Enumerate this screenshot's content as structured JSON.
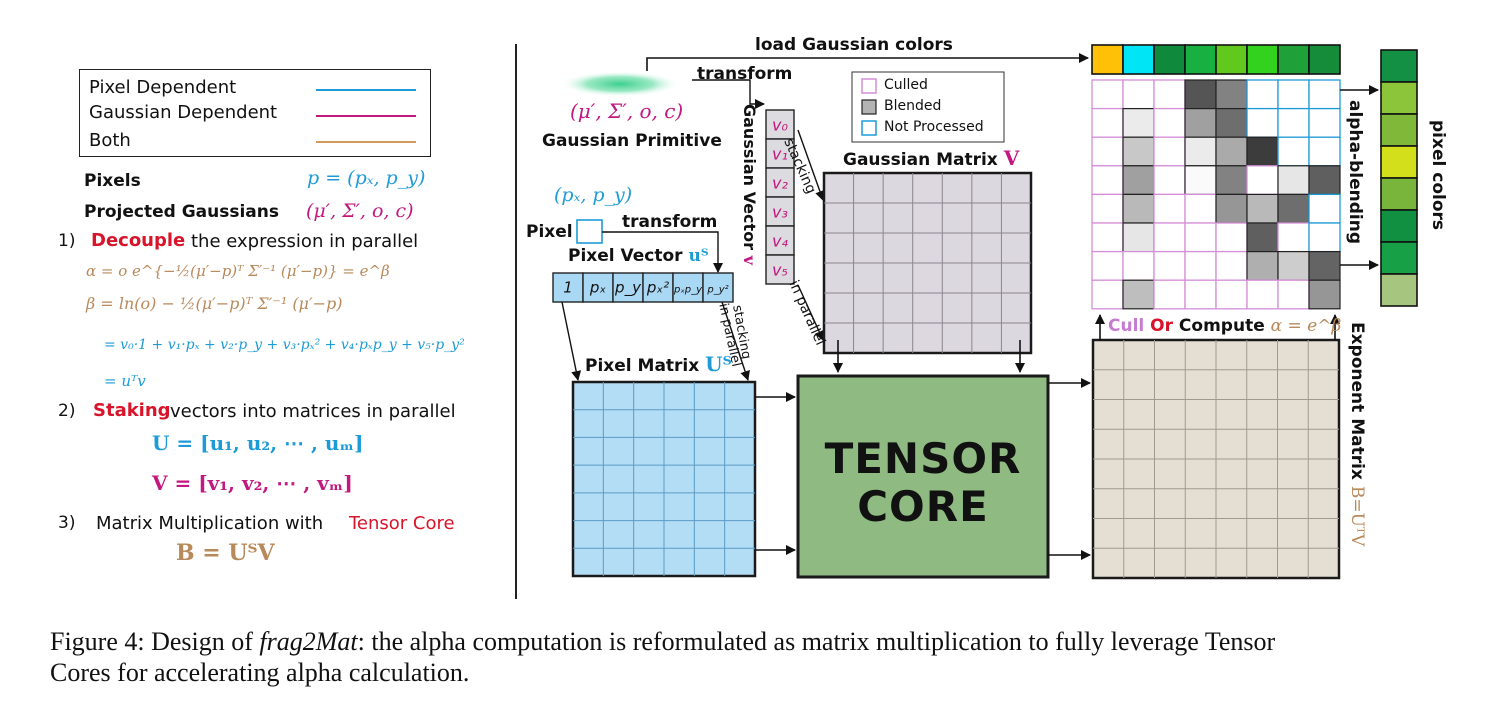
{
  "legend": {
    "pixel_dependent": "Pixel Dependent",
    "gaussian_dependent": "Gaussian Dependent",
    "both": "Both",
    "colors": {
      "pixel": "#1e9bd7",
      "gaussian": "#c2187f",
      "both": "#d09a5c"
    }
  },
  "left": {
    "pixels_label": "Pixels",
    "pixels_formula": "p = (pₓ, p_y)",
    "projected_label": "Projected Gaussians",
    "projected_formula": "(μ′, Σ′, o, c)",
    "step1_num": "1)",
    "step1_kw": "Decouple",
    "step1_rest": "the expression in parallel",
    "eq_alpha": "α = o e^{−½(μ′−p)ᵀ Σ′⁻¹ (μ′−p)} = e^β",
    "eq_beta": "β = ln(o) − ½(μ′−p)ᵀ Σ′⁻¹ (μ′−p)",
    "eq_sum": "= v₀·1 + v₁·pₓ + v₂·p_y + v₃·pₓ² + v₄·pₓp_y + v₅·p_y²",
    "eq_uv": "= uᵀv",
    "step2_num": "2)",
    "step2_kw": "Staking",
    "step2_rest": "vectors into matrices in parallel",
    "eq_U": "U = [u₁, u₂, ⋯ , uₘ]",
    "eq_V": "V = [v₁, v₂, ⋯ , vₘ]",
    "step3_num": "3)",
    "step3_pre": "Matrix Multiplication with",
    "step3_kw": "Tensor Core",
    "eq_B": "B = UᵀV"
  },
  "right": {
    "load_colors": "load Gaussian colors",
    "transform_top": "transform",
    "gaussian_params": "(μ′, Σ′, o, c)",
    "gaussian_primitive": "Gaussian Primitive",
    "gaussian_vector": "Gaussian Vector",
    "gaussian_vector_sym": "v",
    "v_entries": [
      "v₀",
      "v₁",
      "v₂",
      "v₃",
      "v₄",
      "v₅"
    ],
    "stacking_top": "stacking",
    "in_parallel_top": "in parallel",
    "gaussian_matrix": "Gaussian Matrix",
    "gaussian_matrix_sym": "V",
    "pixel_coords": "(pₓ, p_y)",
    "pixel_label": "Pixel",
    "transform_pixel": "transform",
    "pixel_vector": "Pixel Vector",
    "pixel_vector_sym": "uᵀ",
    "u_entries": [
      "1",
      "pₓ",
      "p_y",
      "pₓ²",
      "pₓp_y",
      "p_y²"
    ],
    "stacking_left": "stacking",
    "in_parallel_left": "in parallel",
    "pixel_matrix": "Pixel Matrix",
    "pixel_matrix_sym": "Uᵀ",
    "tensor_core_1": "TENSOR",
    "tensor_core_2": "CORE",
    "status_legend": {
      "culled": "Culled",
      "blended": "Blended",
      "not_processed": "Not Processed"
    },
    "cull": "Cull",
    "or": "Or",
    "compute": "Compute",
    "compute_formula": "α = e^β",
    "exponent_matrix": "Exponent Matrix",
    "exponent_sym": "B=UᵀV",
    "alpha_blending": "alpha-blending",
    "pixel_colors": "pixel colors",
    "gaussian_color_strip": [
      "#ffc107",
      "#00e5f5",
      "#0f8a3c",
      "#18b040",
      "#63c81e",
      "#32d21e",
      "#1fa038",
      "#148c3a"
    ],
    "pixel_color_strip": [
      "#139043",
      "#8cc43a",
      "#80b93a",
      "#d2df1a",
      "#79b53a",
      "#129042",
      "#18a046",
      "#a6c67f"
    ]
  },
  "caption": {
    "prefix": "Figure 4: Design of ",
    "name": "frag2Mat",
    "rest": ": the alpha computation is reformulated as matrix multiplication to fully leverage Tensor",
    "line2": "Cores for accelerating alpha calculation."
  }
}
